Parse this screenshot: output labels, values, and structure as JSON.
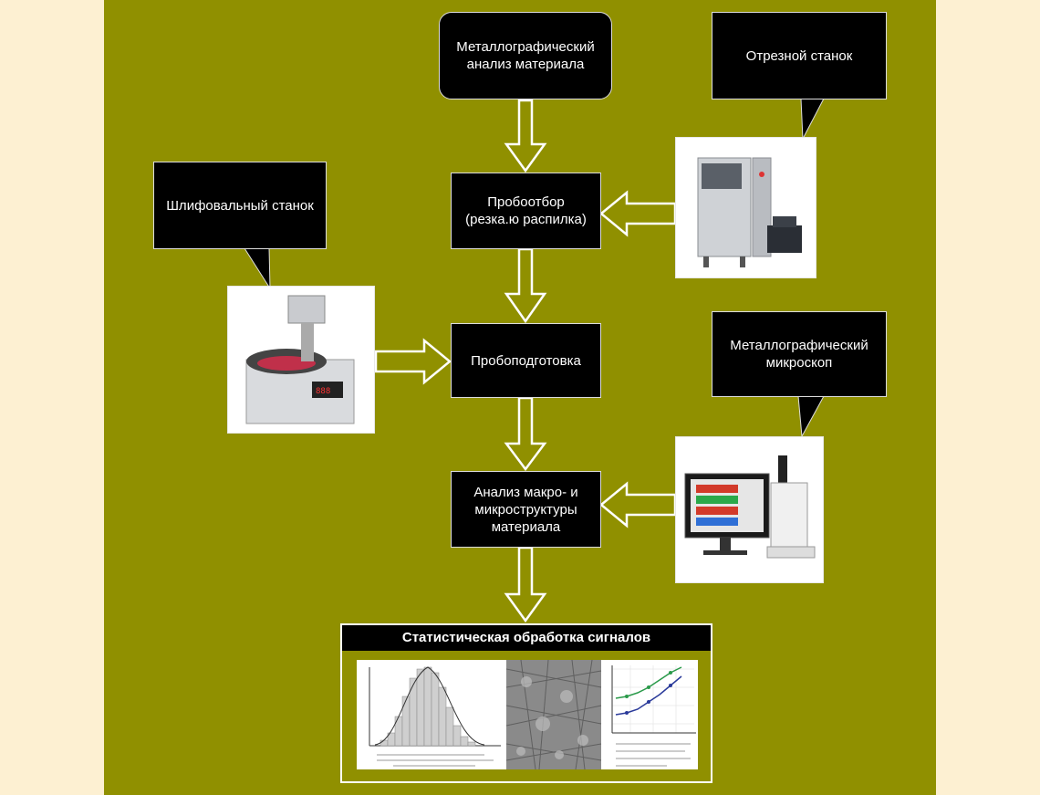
{
  "boxes": {
    "metallographic_analysis": "Металлографический анализ материала",
    "sampling": "Пробоотбор (резка.ю распилка)",
    "sample_prep": "Пробоподготовка",
    "structure_analysis": "Анализ макро- и микроструктуры материала"
  },
  "callouts": {
    "cutting_machine": "Отрезной станок",
    "grinding_machine": "Шлифовальный станок",
    "microscope": "Металлографический микроскоп"
  },
  "stats": {
    "title": "Статистическая обработка сигналов"
  },
  "colors": {
    "background": "#909000",
    "page": "#fdf0d2",
    "box": "#000000",
    "text": "#ffffff"
  }
}
